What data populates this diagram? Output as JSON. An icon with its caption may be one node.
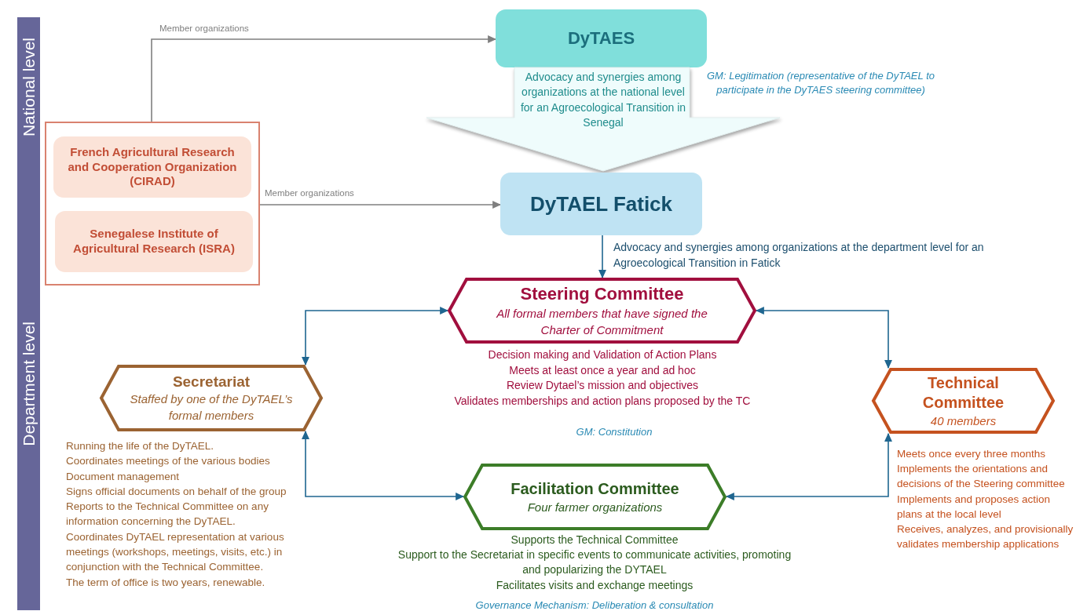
{
  "diagram": {
    "nodes": [
      {
        "text": [
          "National level"
        ]
      },
      {
        "text": [
          "DyTAES"
        ]
      },
      {
        "text": [
          "Advocacy and synergies among organizations at the national level for an Agroecological Transition in Senegal"
        ]
      },
      {
        "text": [],
        "shape": "box"
      },
      {
        "text": [
          "French Agricultural Research and Cooperation Organization (CIRAD)"
        ],
        "in": 3
      },
      {
        "text": [
          "Senegalese Institute of Agricultural Research (ISRA)"
        ],
        "in": 3
      },
      {
        "text": [
          "DyTAEL Fatick"
        ]
      },
      {
        "text": [
          "Department level"
        ]
      },
      {
        "text": [
          "Steering Committee",
          "All formal members that have signed the Charter of Commitment"
        ],
        "beside": [
          "Decision making and Validation of Action Plans",
          "Meets at least once a year and ad hoc",
          "Review Dytael’s mission and objectives",
          "Validates memberships and action plans proposed by the TC"
        ]
      },
      {
        "text": [
          "Secretariat",
          "Staffed by one of the DyTAEL’s formal members"
        ],
        "beside": [
          "Running the life of the DyTAEL.",
          "Coordinates meetings of the various bodies",
          "Document management",
          "Signs official documents on behalf of the group",
          "Reports to the Technical Committee on any information concerning the DyTAEL.",
          "Coordinates DyTAEL representation at various meetings (workshops, meetings, visits, etc.) in conjunction with the Technical Committee.",
          "The term of office is two years, renewable."
        ]
      },
      {
        "text": [
          "Technical Committee",
          "40 members"
        ],
        "beside": [
          "Meets once every three months",
          "Implements the orientations and decisions of the Steering committee",
          "Implements and proposes action plans at the local level",
          "Receives, analyzes, and provisionally validates membership applications"
        ]
      },
      {
        "text": [
          "Facilitation Committee",
          "Four farmer organizations"
        ],
        "beside": [
          "Supports the Technical Committee",
          "Support to the Secretariat in specific events to communicate activities, promoting and popularizing the DYTAEL",
          "Facilitates visits and exchange meetings"
        ]
      }
    ],
    "edges": [
      {
        "from": 3,
        "to": 1,
        "arrow": "to",
        "label": "Member organizations",
        "color": "#7f7f7f"
      },
      {
        "from": 3,
        "to": 6,
        "arrow": "to",
        "label": "Member organizations",
        "color": "#7f7f7f"
      },
      {
        "from": 6,
        "to": 8,
        "arrow": "to",
        "label": "Advocacy and synergies among organizations at the department level for an Agroecological Transition in Fatick"
      },
      {
        "from": 8,
        "to": 9,
        "arrow": "both"
      },
      {
        "from": 9,
        "to": 11,
        "arrow": "both"
      },
      {
        "from": 8,
        "to": 10,
        "arrow": "both"
      },
      {
        "from": 10,
        "to": 11,
        "arrow": "both"
      }
    ],
    "labels": [
      "GM: Legitimation (representative of the DyTAEL to participate in the DyTAES steering committee)",
      "GM: Constitution",
      "Governance Mechanism: Deliberation & consultation"
    ]
  }
}
